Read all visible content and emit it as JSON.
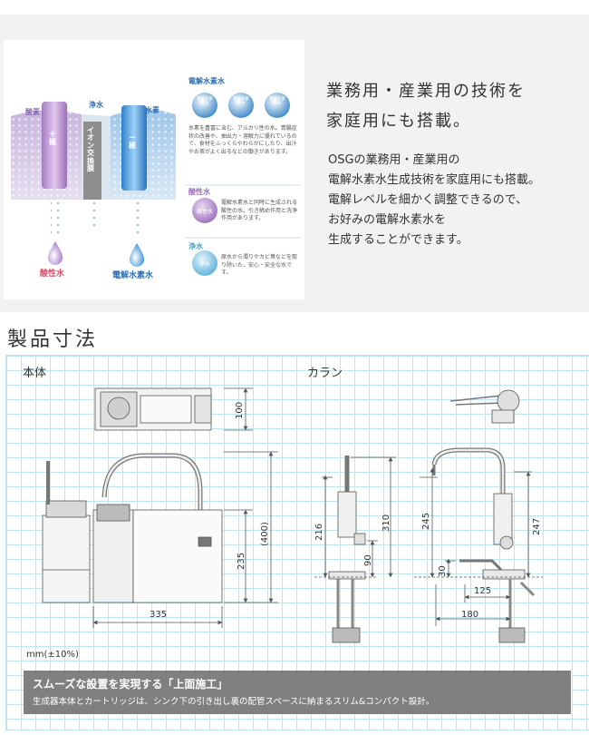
{
  "intro": {
    "title_line1": "業務用・産業用の技術を",
    "title_line2": "家庭用にも搭載。",
    "body_line1": "OSGの業務用・産業用の",
    "body_line2": "電解水素水生成技術を家庭用にも搭載。",
    "body_line3": "電解レベルを細かく調整できるので、",
    "body_line4": "お好みの電解水素水を",
    "body_line5": "生成することができます。"
  },
  "diagram": {
    "label_acid": "酸素",
    "label_pure": "浄水",
    "label_hydrogen": "水素",
    "plus_pole": "＋極",
    "minus_pole": "－極",
    "ion_membrane": "イオン交換膜",
    "out_acid": "酸性水",
    "out_hydrogen": "電解水素水",
    "sec_hydrogen_title": "電解水素水",
    "badge_strong": "電解水素水強",
    "badge_mid": "電解水素水中",
    "badge_weak": "電解水素水弱",
    "hydrogen_desc": "水素を豊富に含む、アルカリ性の水。胃腸症状の改善や、抽出力・溶解力に優れているので、食材をふっくらやわらかにしたり、出汁やお茶がよく出るなどの働きがあります。",
    "sec_acid_title": "酸性水",
    "acid_badge": "酸性水",
    "acid_desc": "電解水素水と同時に生成される酸性の水。引き締め作用と洗浄作用があります。",
    "sec_pure_title": "浄水",
    "pure_badge": "浄水",
    "pure_desc": "原水から濁りやカビ臭などを取り除いた、安心・安全な水です。"
  },
  "dimensions": {
    "section_title": "製品寸法",
    "main_body_label": "本体",
    "faucet_label": "カラン",
    "dim_100": "100",
    "dim_400": "(400)",
    "dim_235": "235",
    "dim_335": "335",
    "dim_216": "216",
    "dim_310": "310",
    "dim_90": "90",
    "dim_245": "245",
    "dim_247": "247",
    "dim_30": "30",
    "dim_125": "125",
    "dim_180": "180",
    "unit_note": "mm(±10%)"
  },
  "banner": {
    "heading": "スムーズな設置を実現する「上面施工」",
    "description": "生成器本体とカートリッジは、シンク下の引き出し裏の配管スペースに納まるスリム&コンパクト設計。"
  }
}
